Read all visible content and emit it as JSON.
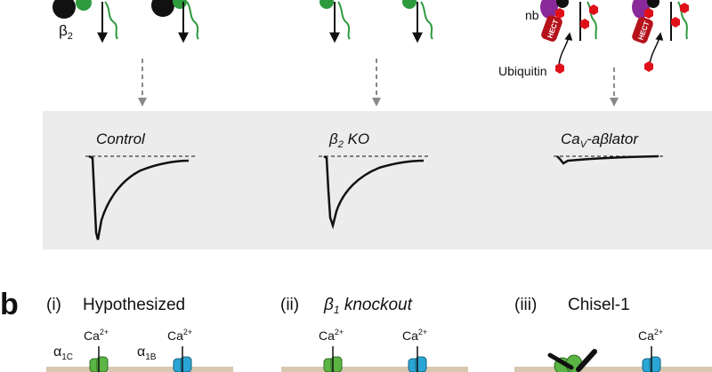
{
  "panel_a": {
    "beta2_label": "β2",
    "beta2_base": "β",
    "beta2_sub": "2",
    "nb_label": "nb",
    "hect_label": "HECT",
    "ubiquitin_label": "Ubiquitin",
    "conditions": [
      {
        "name": "Control"
      },
      {
        "name_base": "β",
        "name_sub": "2",
        "name_rest": " KO"
      },
      {
        "name_base": "Ca",
        "name_sub": "V",
        "name_rest": "-aβlator"
      }
    ],
    "colors": {
      "panel_bg": "#ececec",
      "dashed_arrow": "#888888",
      "green_tail": "#2e9a3e",
      "purple_nb": "#8a2a9a",
      "hect_red": "#b5121b",
      "ubiquitin_red": "#e0101a"
    }
  },
  "panel_b": {
    "letter": "b",
    "titles": [
      {
        "num": "(i)",
        "text": "Hypothesized"
      },
      {
        "num": "(ii)",
        "text_base": "β",
        "text_sub": "1",
        "text_rest": " knockout"
      },
      {
        "num": "(iii)",
        "text": "Chisel-1"
      }
    ],
    "ca_label_base": "Ca",
    "ca_label_sup": "2+",
    "alpha_1c_base": "α",
    "alpha_1c_sub": "1C",
    "alpha_1b_base": "α",
    "alpha_1b_sub": "1B",
    "colors": {
      "membrane": "#d8c8b0",
      "green_channel": "#5bb544",
      "blue_channel": "#2aa6d6"
    }
  }
}
